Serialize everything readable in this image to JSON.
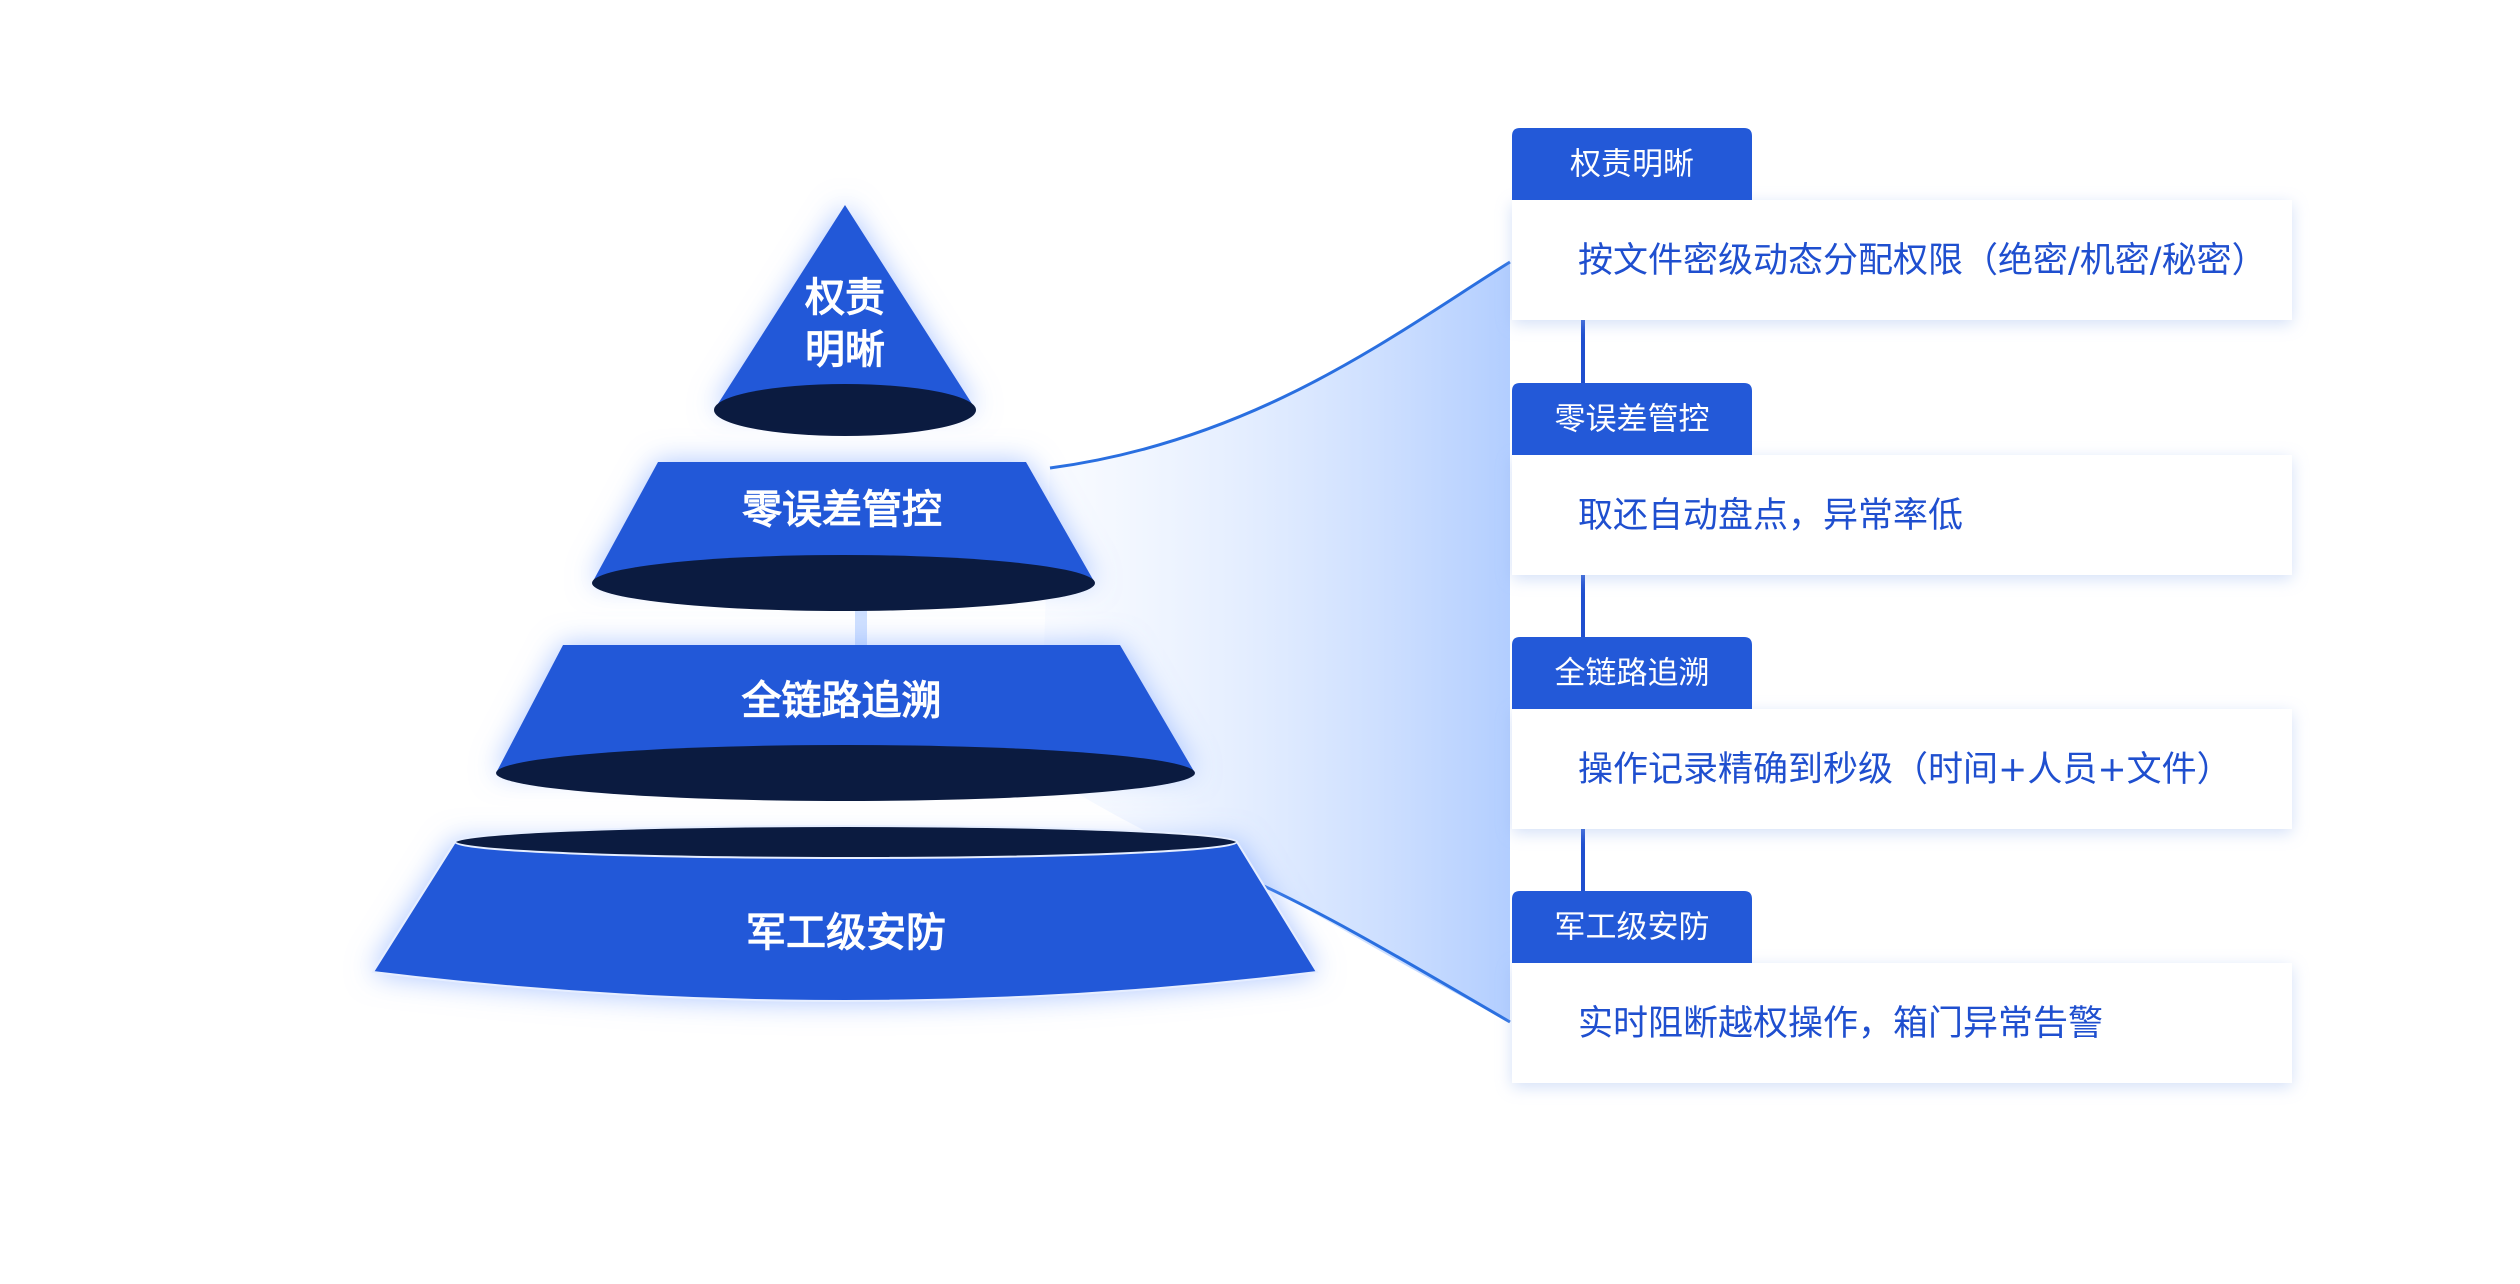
{
  "colors": {
    "tier_blue": "#2359d8",
    "tier_dark": "#0b1b40",
    "text_blue": "#1f4fcf",
    "tag_blue": "#2359d8",
    "line_blue": "#2a6fe0",
    "glow_blue": "#a9c8ff"
  },
  "pyramid": {
    "tiers": [
      {
        "label_lines": [
          "权责",
          "明晰"
        ]
      },
      {
        "label_lines": [
          "零误差管控"
        ]
      },
      {
        "label_lines": [
          "全链路追溯"
        ]
      },
      {
        "label_lines": [
          "军工级安防"
        ]
      }
    ]
  },
  "cards": [
    {
      "tag": "权责明晰",
      "desc": "按文件密级动态分配权限（绝密/机密/秘密）"
    },
    {
      "tag": "零误差管控",
      "desc": "取还自动盘点，异常率低"
    },
    {
      "tag": "全链路追溯",
      "desc": "操作记录精确到秒级（时间+人员+文件）"
    },
    {
      "tag": "军工级安防",
      "desc": "实时阻断越权操作，箱门异常告警"
    }
  ]
}
